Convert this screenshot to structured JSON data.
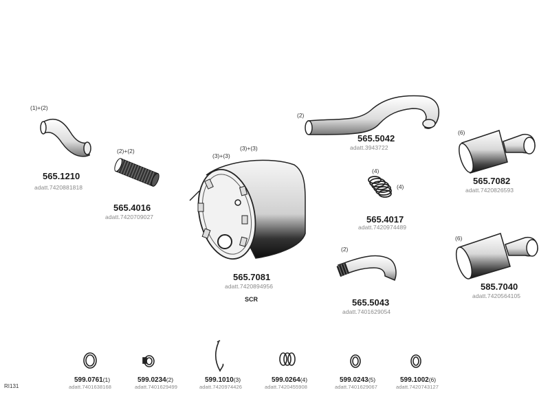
{
  "diagram_ref": "RI131",
  "parts": {
    "p5651210": {
      "code": "565.1210",
      "sub": "adatt.7420881818",
      "qty": "(1)+(2)"
    },
    "p5654016": {
      "code": "565.4016",
      "sub": "adatt.7420709027",
      "qty": "(2)+(2)"
    },
    "p5657081": {
      "code": "565.7081",
      "sub": "adatt.7420894956",
      "qty_a": "(3)+(3)",
      "qty_b": "(3)+(3)",
      "note": "SCR"
    },
    "p5655042": {
      "code": "565.5042",
      "sub": "adatt.3943722",
      "qty": "(2)"
    },
    "p5654017": {
      "code": "565.4017",
      "sub": "adatt.7420974489",
      "qty_a": "(4)",
      "qty_b": "(4)"
    },
    "p5655043": {
      "code": "565.5043",
      "sub": "adatt.7401629054",
      "qty": "(2)"
    },
    "p5657082": {
      "code": "565.7082",
      "sub": "adatt.7420826593",
      "qty": "(6)"
    },
    "p5857040": {
      "code": "585.7040",
      "sub": "adatt.7420564105",
      "qty": "(6)"
    }
  },
  "clamps": [
    {
      "code": "599.0761",
      "qty": "(1)",
      "sub": "adatt.7401638168"
    },
    {
      "code": "599.0234",
      "qty": "(2)",
      "sub": "adatt.7401629499"
    },
    {
      "code": "599.1010",
      "qty": "(3)",
      "sub": "adatt.7420974426"
    },
    {
      "code": "599.0264",
      "qty": "(4)",
      "sub": "adatt.7420455908"
    },
    {
      "code": "599.0243",
      "qty": "(5)",
      "sub": "adatt.7401629067"
    },
    {
      "code": "599.1002",
      "qty": "(6)",
      "sub": "adatt.7420743127"
    }
  ]
}
